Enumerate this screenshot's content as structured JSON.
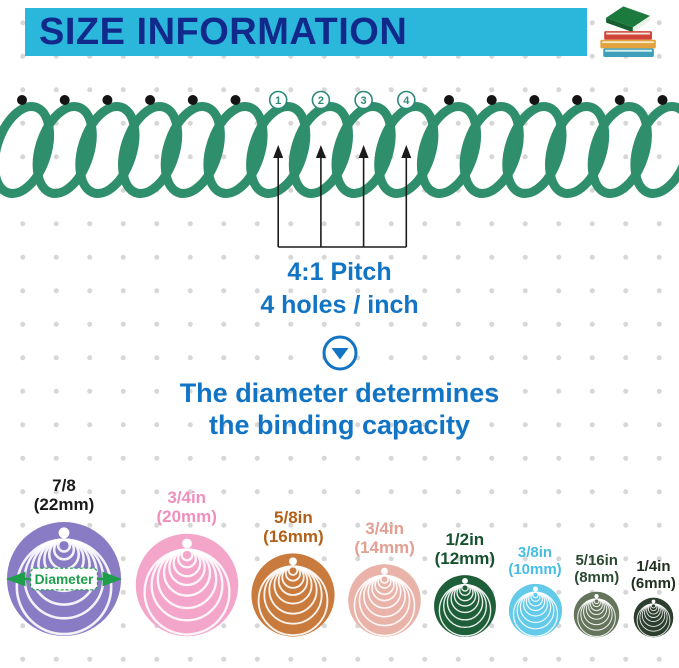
{
  "banner": {
    "title": "SIZE INFORMATION",
    "bg": "#2bb7dc",
    "text_color": "#10298a"
  },
  "icons": {
    "books": "books-icon",
    "down_arrow": "down-arrow-icon",
    "diameter_arrow": "diameter-arrow-icon"
  },
  "accent_blue": "#1274c4",
  "coil_color": "#2f8f6d",
  "badge_color": "#2c8a77",
  "hole_numbers": [
    "1",
    "2",
    "3",
    "4"
  ],
  "pitch": {
    "line1": "4:1 Pitch",
    "line2": "4 holes / inch"
  },
  "heading": {
    "line1": "The diameter determines",
    "line2": "the binding capacity"
  },
  "diameter_label": "Diameter",
  "diameter_arrow_color": "#1e9e4a",
  "circles": [
    {
      "size_label": "7/8",
      "mm_label": "(22mm)",
      "label_color": "#1a1a1a",
      "fill": "#8a7cc4"
    },
    {
      "size_label": "3/4in",
      "mm_label": "(20mm)",
      "label_color": "#ee8fbe",
      "fill": "#f4a6ca"
    },
    {
      "size_label": "5/8in",
      "mm_label": "(16mm)",
      "label_color": "#b26018",
      "fill": "#c97a3d"
    },
    {
      "size_label": "3/4in",
      "mm_label": "(14mm)",
      "label_color": "#e39f92",
      "fill": "#e9b3a9"
    },
    {
      "size_label": "1/2in",
      "mm_label": "(12mm)",
      "label_color": "#16522f",
      "fill": "#1e5f39"
    },
    {
      "size_label": "3/8in",
      "mm_label": "(10mm)",
      "label_color": "#45bee2",
      "fill": "#63cae9"
    },
    {
      "size_label": "5/16in",
      "mm_label": "(8mm)",
      "label_color": "#2d4b33",
      "fill": "#65755b"
    },
    {
      "size_label": "1/4in",
      "mm_label": "(6mm)",
      "label_color": "#20301f",
      "fill": "#2c3e2d"
    }
  ]
}
